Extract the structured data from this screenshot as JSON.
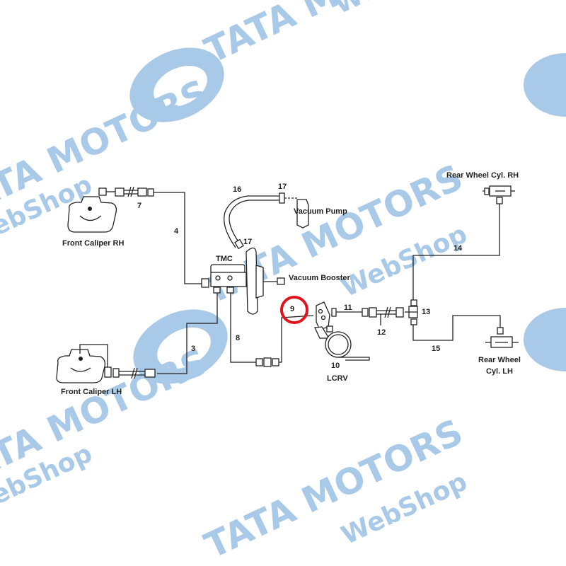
{
  "watermark": {
    "brand": "TATA MOTORS",
    "sub": "WebShop",
    "color": "#a9c9e8"
  },
  "components": {
    "front_caliper_rh": "Front Caliper RH",
    "front_caliper_lh": "Front Caliper LH",
    "tmc": "TMC",
    "vacuum_pump": "Vacuum Pump",
    "vacuum_booster": "Vacuum Booster",
    "lcrv": "LCRV",
    "rear_wheel_cyl_rh": "Rear Wheel Cyl. RH",
    "rear_wheel_cyl_lh_line1": "Rear Wheel",
    "rear_wheel_cyl_lh_line2": "Cyl. LH"
  },
  "part_numbers": {
    "p3": "3",
    "p4": "4",
    "p7": "7",
    "p8": "8",
    "p9": "9",
    "p10": "10",
    "p11": "11",
    "p12": "12",
    "p13": "13",
    "p14": "14",
    "p15": "15",
    "p16": "16",
    "p17a": "17",
    "p17b": "17"
  },
  "highlight": {
    "part": "9",
    "color": "#e0141e"
  }
}
